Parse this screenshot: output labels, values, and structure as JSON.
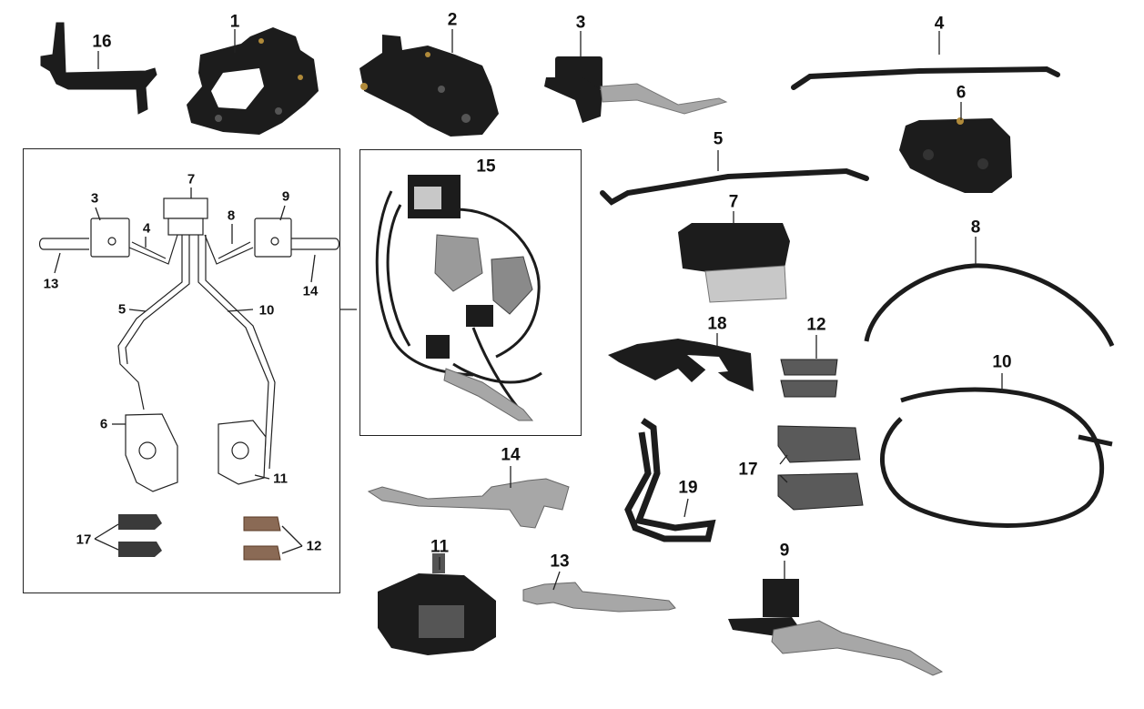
{
  "colors": {
    "part": "#1c1c1c",
    "metal": "#a7a7a7",
    "pad": "#5a5a5a",
    "pad_brown": "#8a6a55",
    "line": "#222222",
    "hose": "#7b7b7b"
  },
  "parts": {
    "p1": "1",
    "p2": "2",
    "p3": "3",
    "p4": "4",
    "p5": "5",
    "p6": "6",
    "p7": "7",
    "p8": "8",
    "p9": "9",
    "p10": "10",
    "p11": "11",
    "p12": "12",
    "p13": "13",
    "p14": "14",
    "p15": "15",
    "p16": "16",
    "p17": "17",
    "p18": "18",
    "p19": "19"
  },
  "schematic": {
    "s3": "3",
    "s4": "4",
    "s5": "5",
    "s6": "6",
    "s7": "7",
    "s8": "8",
    "s9": "9",
    "s10": "10",
    "s11": "11",
    "s12": "12",
    "s13": "13",
    "s14": "14",
    "s17": "17"
  }
}
